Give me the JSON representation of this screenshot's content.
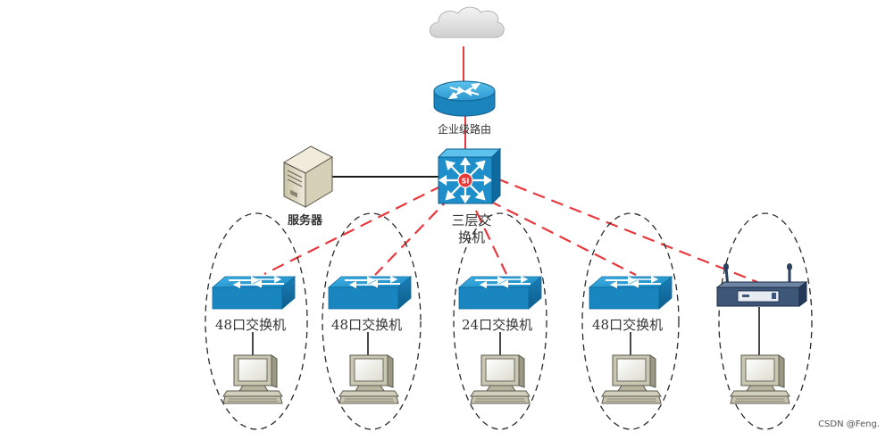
{
  "diagram": {
    "router_label": "企业级路由",
    "l3_switch_label_line1": "三层交",
    "l3_switch_label_line2": "换机",
    "server_label": "服务器",
    "l3_switch_badge": "SI",
    "access_switches": [
      {
        "label": "48口交换机"
      },
      {
        "label": "48口交换机"
      },
      {
        "label": "24口交换机"
      },
      {
        "label": "48口交换机"
      }
    ],
    "wireless_ap": {
      "label": ""
    },
    "watermark": "CSDN @Feng."
  },
  "colors": {
    "link_red": "#e8383d",
    "link_black": "#1a1a1a",
    "device_blue": "#1e8fc6",
    "device_dark_blue": "#0f5f8f",
    "cloud": "#e5e5e5",
    "pc_body": "#d8d6c4"
  }
}
